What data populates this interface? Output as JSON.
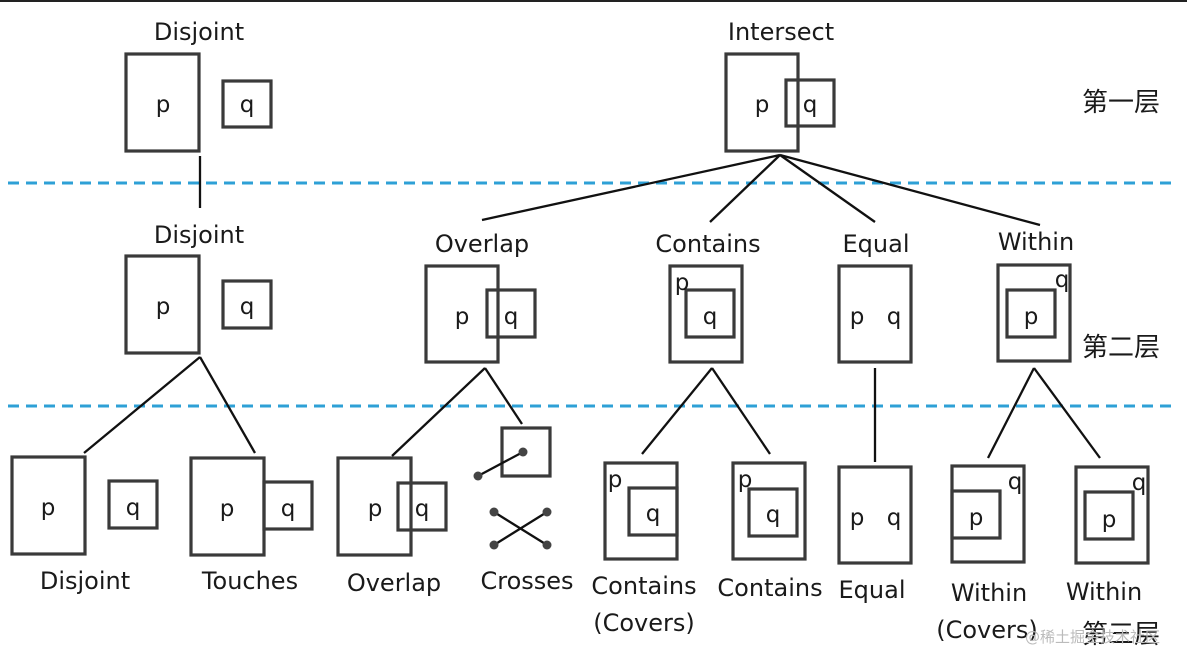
{
  "layers": [
    "第一层",
    "第二层",
    "第三层"
  ],
  "labels": {
    "p": "p",
    "q": "q",
    "disjoint": "Disjoint",
    "intersect": "Intersect",
    "overlap": "Overlap",
    "contains": "Contains",
    "equal": "Equal",
    "within": "Within",
    "touches": "Touches",
    "crosses": "Crosses",
    "covers": "(Covers)"
  },
  "watermark": "@稀土掘金技术社区",
  "colors": {
    "divider": "#2ea0d6",
    "stroke": "#3a3a3a"
  }
}
